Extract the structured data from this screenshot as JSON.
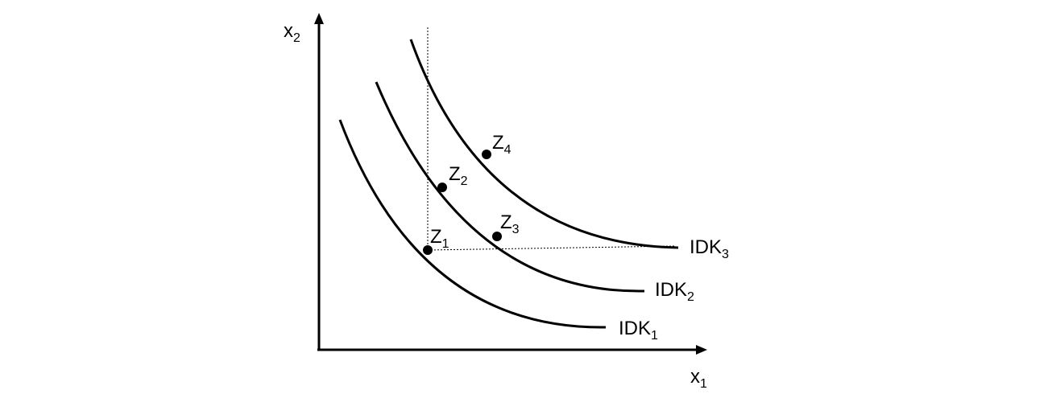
{
  "axes": {
    "y_label": "x",
    "y_label_sub": "2",
    "x_label": "x",
    "x_label_sub": "1"
  },
  "curves": [
    {
      "label": "IDK",
      "label_sub": "1"
    },
    {
      "label": "IDK",
      "label_sub": "2"
    },
    {
      "label": "IDK",
      "label_sub": "3"
    }
  ],
  "points": [
    {
      "label": "Z",
      "label_sub": "1"
    },
    {
      "label": "Z",
      "label_sub": "2"
    },
    {
      "label": "Z",
      "label_sub": "3"
    },
    {
      "label": "Z",
      "label_sub": "4"
    }
  ],
  "colors": {
    "ink": "#000000",
    "background": "#ffffff"
  }
}
